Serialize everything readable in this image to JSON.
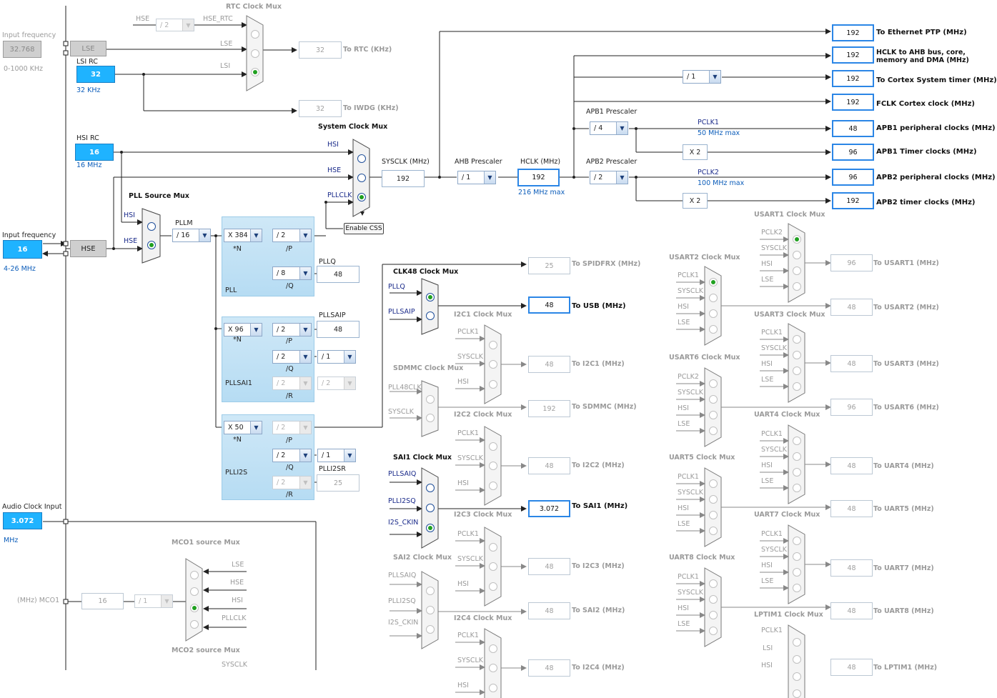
{
  "sources": {
    "lse": {
      "freq_label": "Input frequency",
      "value": "32.768",
      "range": "0-1000 KHz",
      "name": "LSE"
    },
    "lsi": {
      "name": "LSI RC",
      "value": "32",
      "unit": "32 KHz"
    },
    "hsi": {
      "name": "HSI RC",
      "value": "16",
      "unit": "16 MHz"
    },
    "hse": {
      "freq_label": "Input frequency",
      "value": "16",
      "range": "4-26 MHz",
      "name": "HSE"
    },
    "audio": {
      "label": "Audio Clock Input",
      "value": "3.072",
      "unit": "MHz"
    }
  },
  "rtc": {
    "title": "RTC Clock Mux",
    "hse_label": "HSE",
    "div": "/ 2",
    "hse_rtc": "HSE_RTC",
    "lse": "LSE",
    "lsi": "LSI",
    "rtc_value": "32",
    "rtc_label": "To RTC (KHz)",
    "iwdg_value": "32",
    "iwdg_label": "To IWDG (KHz)"
  },
  "sysmux": {
    "title": "System Clock Mux",
    "hsi": "HSI",
    "hse": "HSE",
    "pllclk": "PLLCLK",
    "css_button": "Enable CSS",
    "sysclk_label": "SYSCLK (MHz)",
    "sysclk": "192"
  },
  "pllsrc": {
    "title": "PLL Source Mux",
    "hsi": "HSI",
    "hse": "HSE",
    "pllm_label": "PLLM",
    "pllm": "/ 16"
  },
  "pll": {
    "label": "PLL",
    "n": "X 384",
    "n_label": "*N",
    "p": "/ 2",
    "p_label": "/P",
    "q": "/ 8",
    "q_label": "/Q",
    "pllq_label": "PLLQ",
    "pllq": "48"
  },
  "pllsai1": {
    "label": "PLLSAI1",
    "n": "X 96",
    "n_label": "*N",
    "p": "/ 2",
    "p_label": "/P",
    "q": "/ 2",
    "q_label": "/Q",
    "q2": "/ 1",
    "r": "/ 2",
    "r_label": "/R",
    "r2": "/ 2",
    "pllsaip_label": "PLLSAIP",
    "pllsaip": "48"
  },
  "plli2s": {
    "label": "PLLI2S",
    "n": "X 50",
    "n_label": "*N",
    "p": "/ 2",
    "p_label": "/P",
    "q": "/ 2",
    "q_label": "/Q",
    "q2": "/ 1",
    "r": "/ 2",
    "r_label": "/R",
    "plli2sr_label": "PLLI2SR",
    "plli2sr": "25"
  },
  "ahb": {
    "label": "AHB Prescaler",
    "value": "/ 1",
    "hclk_label": "HCLK (MHz)",
    "hclk": "192",
    "hclk_max": "216 MHz max"
  },
  "apb1": {
    "label": "APB1 Prescaler",
    "value": "/ 4",
    "pclk": "PCLK1",
    "max": "50 MHz max",
    "x2": "X 2"
  },
  "apb2": {
    "label": "APB2 Prescaler",
    "value": "/ 2",
    "pclk": "PCLK2",
    "max": "100 MHz max",
    "x2": "X 2"
  },
  "cortex_div": "/ 1",
  "outputs": [
    {
      "value": "192",
      "label": "To Ethernet PTP (MHz)"
    },
    {
      "value": "192",
      "label": "HCLK to AHB bus, core,",
      "label2": "memory and DMA (MHz)"
    },
    {
      "value": "192",
      "label": "To Cortex System timer (MHz)"
    },
    {
      "value": "192",
      "label": "FCLK Cortex clock (MHz)"
    },
    {
      "value": "48",
      "label": "APB1 peripheral clocks (MHz)"
    },
    {
      "value": "96",
      "label": "APB1 Timer clocks (MHz)"
    },
    {
      "value": "96",
      "label": "APB2 peripheral clocks (MHz)"
    },
    {
      "value": "192",
      "label": "APB2 timer clocks (MHz)"
    }
  ],
  "spdif": {
    "value": "25",
    "label": "To SPIDFRX (MHz)"
  },
  "clk48": {
    "title": "CLK48 Clock Mux",
    "pllq": "PLLQ",
    "pllsaip": "PLLSAIP",
    "value": "48",
    "label": "To USB (MHz)"
  },
  "i2c1": {
    "title": "I2C1 Clock Mux",
    "value": "48",
    "label": "To I2C1 (MHz)"
  },
  "sdmmc": {
    "title": "SDMMC Clock Mux",
    "in1": "PLL48CLK",
    "in2": "SYSCLK",
    "value": "192",
    "label": "To SDMMC (MHz)"
  },
  "i2c2": {
    "title": "I2C2 Clock Mux",
    "value": "48",
    "label": "To I2C2 (MHz)"
  },
  "sai1": {
    "title": "SAI1 Clock Mux",
    "in1": "PLLSAIQ",
    "in2": "PLLI2SQ",
    "in3": "I2S_CKIN",
    "value": "3.072",
    "label": "To SAI1 (MHz)"
  },
  "i2c3": {
    "title": "I2C3 Clock Mux",
    "value": "48",
    "label": "To I2C3 (MHz)"
  },
  "sai2": {
    "title": "SAI2 Clock Mux",
    "in1": "PLLSAIQ",
    "in2": "PLLI2SQ",
    "in3": "I2S_CKIN",
    "value": "48",
    "label": "To SAI2 (MHz)"
  },
  "i2c4": {
    "title": "I2C4 Clock Mux",
    "value": "48",
    "label": "To I2C4 (MHz)"
  },
  "i2c_inputs": {
    "a": "PCLK1",
    "b": "SYSCLK",
    "c": "HSI"
  },
  "usart1": {
    "title": "USART1 Clock Mux",
    "in1": "PCLK2",
    "in2": "SYSCLK",
    "in3": "HSI",
    "in4": "LSE",
    "value": "96",
    "label": "To USART1 (MHz)"
  },
  "usart2": {
    "title": "USART2 Clock Mux",
    "in1": "PCLK1",
    "in2": "SYSCLK",
    "in3": "HSI",
    "in4": "LSE",
    "value": "48",
    "label": "To USART2 (MHz)"
  },
  "usart3": {
    "title": "USART3 Clock Mux",
    "in1": "PCLK1",
    "in2": "SYSCLK",
    "in3": "HSI",
    "in4": "LSE",
    "value": "48",
    "label": "To USART3 (MHz)"
  },
  "usart6": {
    "title": "USART6 Clock Mux",
    "in1": "PCLK2",
    "in2": "SYSCLK",
    "in3": "HSI",
    "in4": "LSE",
    "value": "96",
    "label": "To USART6 (MHz)"
  },
  "uart4": {
    "title": "UART4 Clock Mux",
    "in1": "PCLK1",
    "in2": "SYSCLK",
    "in3": "HSI",
    "in4": "LSE",
    "value": "48",
    "label": "To UART4 (MHz)"
  },
  "uart5": {
    "title": "UART5 Clock Mux",
    "in1": "PCLK1",
    "in2": "SYSCLK",
    "in3": "HSI",
    "in4": "LSE",
    "value": "48",
    "label": "To UART5 (MHz)"
  },
  "uart7": {
    "title": "UART7 Clock Mux",
    "in1": "PCLK1",
    "in2": "SYSCLK",
    "in3": "HSI",
    "in4": "LSE",
    "value": "48",
    "label": "To UART7 (MHz)"
  },
  "uart8": {
    "title": "UART8 Clock Mux",
    "in1": "PCLK1",
    "in2": "SYSCLK",
    "in3": "HSI",
    "in4": "LSE",
    "value": "48",
    "label": "To UART8 (MHz)"
  },
  "lptim1": {
    "title": "LPTIM1 Clock Mux",
    "in1": "PCLK1",
    "in2": "LSI",
    "in3": "HSI",
    "value": "48",
    "label": "To LPTIM1 (MHz)"
  },
  "mco1": {
    "title": "MCO1 source Mux",
    "in1": "LSE",
    "in2": "HSE",
    "in3": "HSI",
    "in4": "PLLCLK",
    "label": "(MHz) MCO1",
    "value": "16",
    "div": "/ 1"
  },
  "mco2": {
    "title": "MCO2 source Mux",
    "in1": "SYSCLK"
  }
}
